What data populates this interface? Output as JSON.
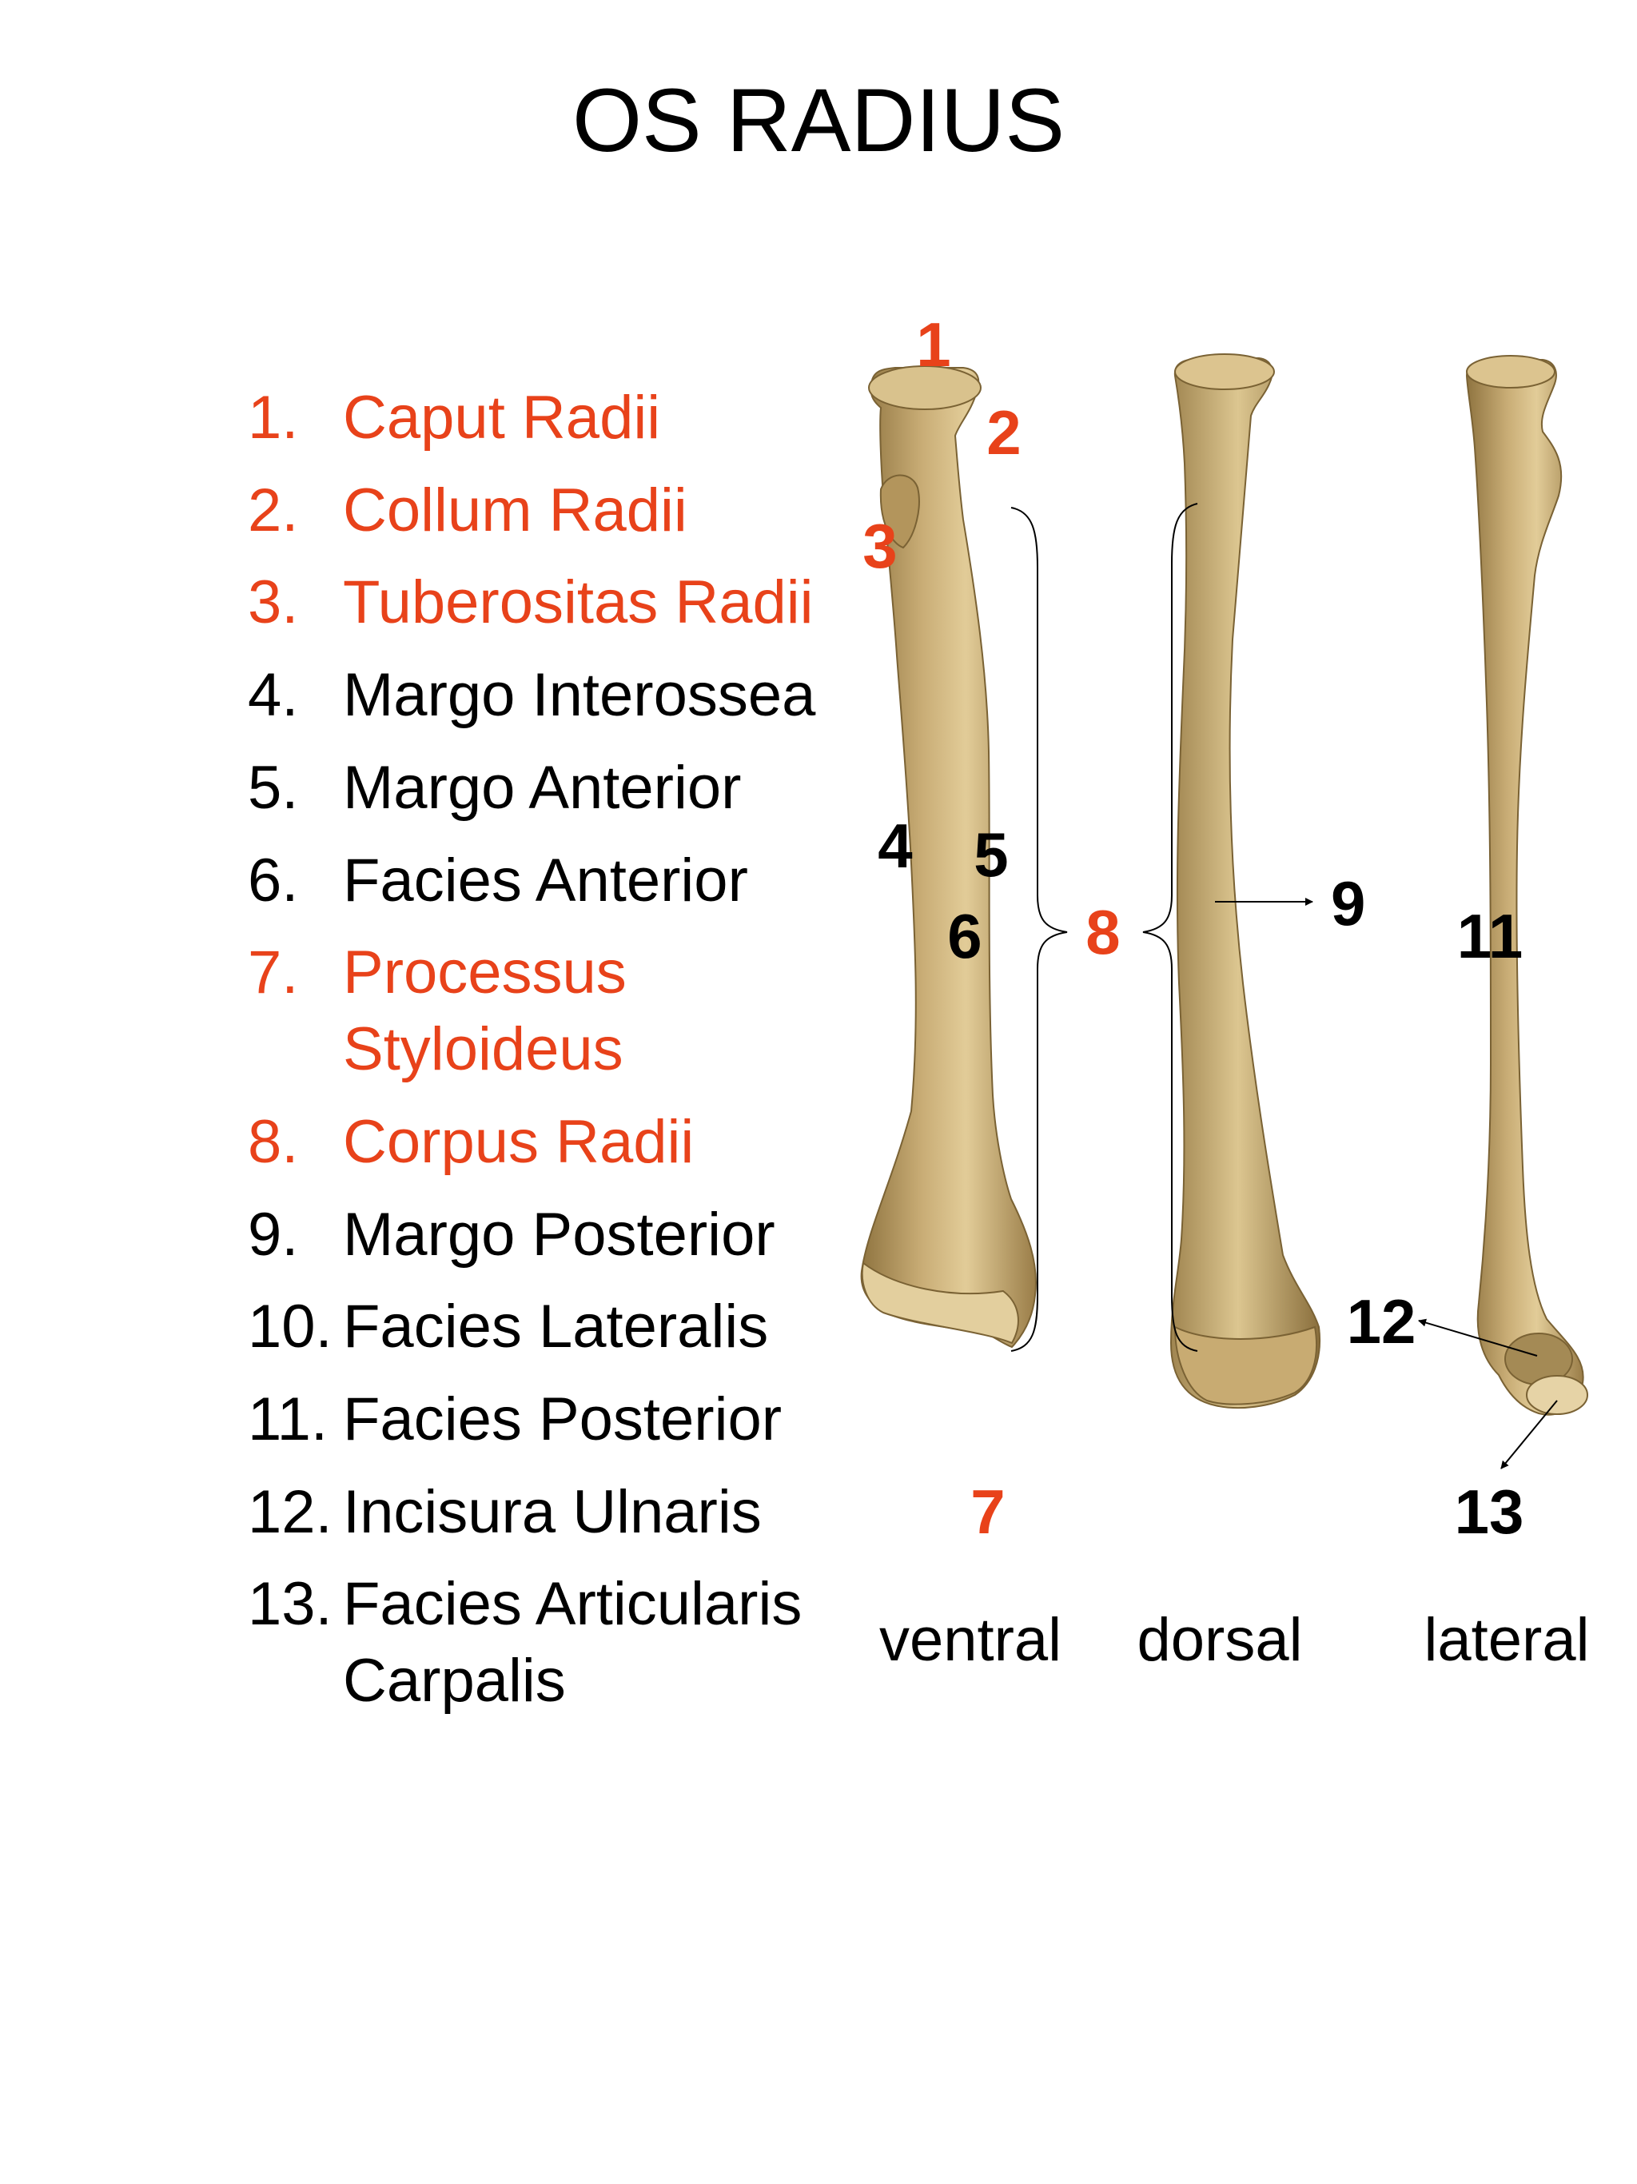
{
  "title": "OS RADIUS",
  "legend": [
    {
      "num": "1.",
      "lines": [
        "Caput Radii"
      ],
      "color": "red"
    },
    {
      "num": "2.",
      "lines": [
        "Collum Radii"
      ],
      "color": "red"
    },
    {
      "num": "3.",
      "lines": [
        "Tuberositas Radii"
      ],
      "color": "red"
    },
    {
      "num": "4.",
      "lines": [
        "Margo Interossea"
      ],
      "color": "black"
    },
    {
      "num": "5.",
      "lines": [
        "Margo Anterior"
      ],
      "color": "black"
    },
    {
      "num": "6.",
      "lines": [
        "Facies Anterior"
      ],
      "color": "black"
    },
    {
      "num": "7.",
      "lines": [
        "Processus",
        "Styloideus"
      ],
      "color": "red"
    },
    {
      "num": "8.",
      "lines": [
        "Corpus Radii"
      ],
      "color": "red"
    },
    {
      "num": "9.",
      "lines": [
        "Margo Posterior"
      ],
      "color": "black"
    },
    {
      "num": "10.",
      "lines": [
        "Facies Lateralis"
      ],
      "color": "black"
    },
    {
      "num": "11.",
      "lines": [
        "Facies Posterior"
      ],
      "color": "black"
    },
    {
      "num": "12.",
      "lines": [
        "Incisura Ulnaris"
      ],
      "color": "black"
    },
    {
      "num": "13.",
      "lines": [
        "Facies Articularis",
        "Carpalis"
      ],
      "color": "black"
    }
  ],
  "markers": [
    "1",
    "2",
    "3",
    "4",
    "5",
    "6",
    "7",
    "8",
    "9",
    "11",
    "12",
    "13"
  ],
  "views": [
    "ventral",
    "dorsal",
    "lateral"
  ],
  "colors": {
    "red": "#e8421a",
    "black": "#000000",
    "bone": "#c9ad76",
    "bone_dark": "#8f7440",
    "bone_light": "#e2cc98"
  }
}
